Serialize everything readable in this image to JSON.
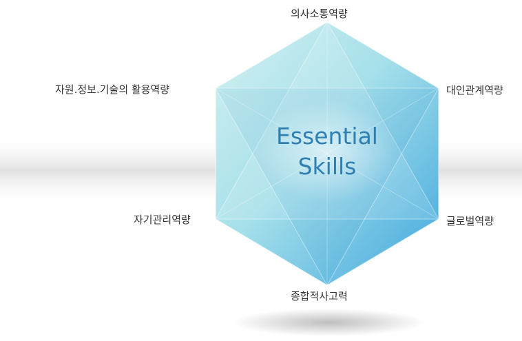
{
  "diagram": {
    "center_title_line1": "Essential",
    "center_title_line2": "Skills",
    "labels": {
      "top": "의사소통역량",
      "upper_right": "대인관계역량",
      "lower_right": "글로벌역량",
      "bottom": "종합적사고력",
      "lower_left": "자기관리역량",
      "upper_left": "자원.정보.기술의 활용역량"
    },
    "colors": {
      "light_cyan": "#cfeef2",
      "mid_cyan": "#8fd4e4",
      "deep_blue": "#4aa9dc",
      "title_blue": "#2f7fb0",
      "label_text": "#333333"
    }
  }
}
